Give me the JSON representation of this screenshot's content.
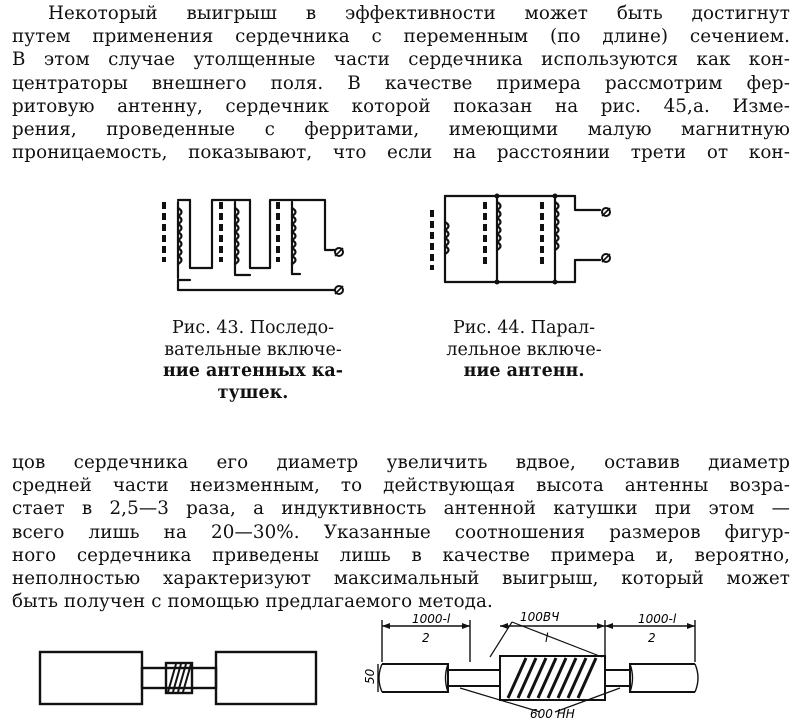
{
  "paragraph_top": [
    "Некоторый выигрыш в эффективности может быть достигнут",
    "путем применения сердечника с переменным (по длине) сечением.",
    "В этом случае утолщенные части сердечника используются как кон-",
    "центраторы внешнего поля. В качестве примера рассмотрим фер-",
    "ритовую антенну, сердечник которой показан на рис. 45,а. Изме-",
    "рения, проведенные с ферритами, имеющими малую магнитную",
    "проницаемость, показывают, что если на расстоянии трети от кон-"
  ],
  "caption_fig43": {
    "lines": [
      "Рис. 43. Последо-",
      "вательные включе-",
      "ние антенных ка-",
      "тушек."
    ]
  },
  "caption_fig44": {
    "lines": [
      "Рис. 44. Парал-",
      "лельное включе-",
      "ние антенн."
    ]
  },
  "paragraph_bottom": [
    "цов сердечника его диаметр увеличить вдвое, оставив диаметр",
    "средней части неизменным, то действующая высота антенны возра-",
    "стает в 2,5—3 раза, а индуктивность антенной катушки при этом —",
    "всего лишь на 20—30%. Указанные соотношения размеров фигур-",
    "ного сердечника приведены лишь в качестве примера и, вероятно,",
    "неполностью характеризуют максимальный выигрыш, который может",
    "быть получен с помощью предлагаемого метода."
  ],
  "fig45_labels": {
    "left_dim_top": "1000-l",
    "left_dim_bottom": "2",
    "center_dim_top": "100ВЧ",
    "center_dim_bottom": "l",
    "right_dim_top": "1000-l",
    "right_dim_bottom": "2",
    "height_dim": "50",
    "bottom_label": "600 НН"
  }
}
